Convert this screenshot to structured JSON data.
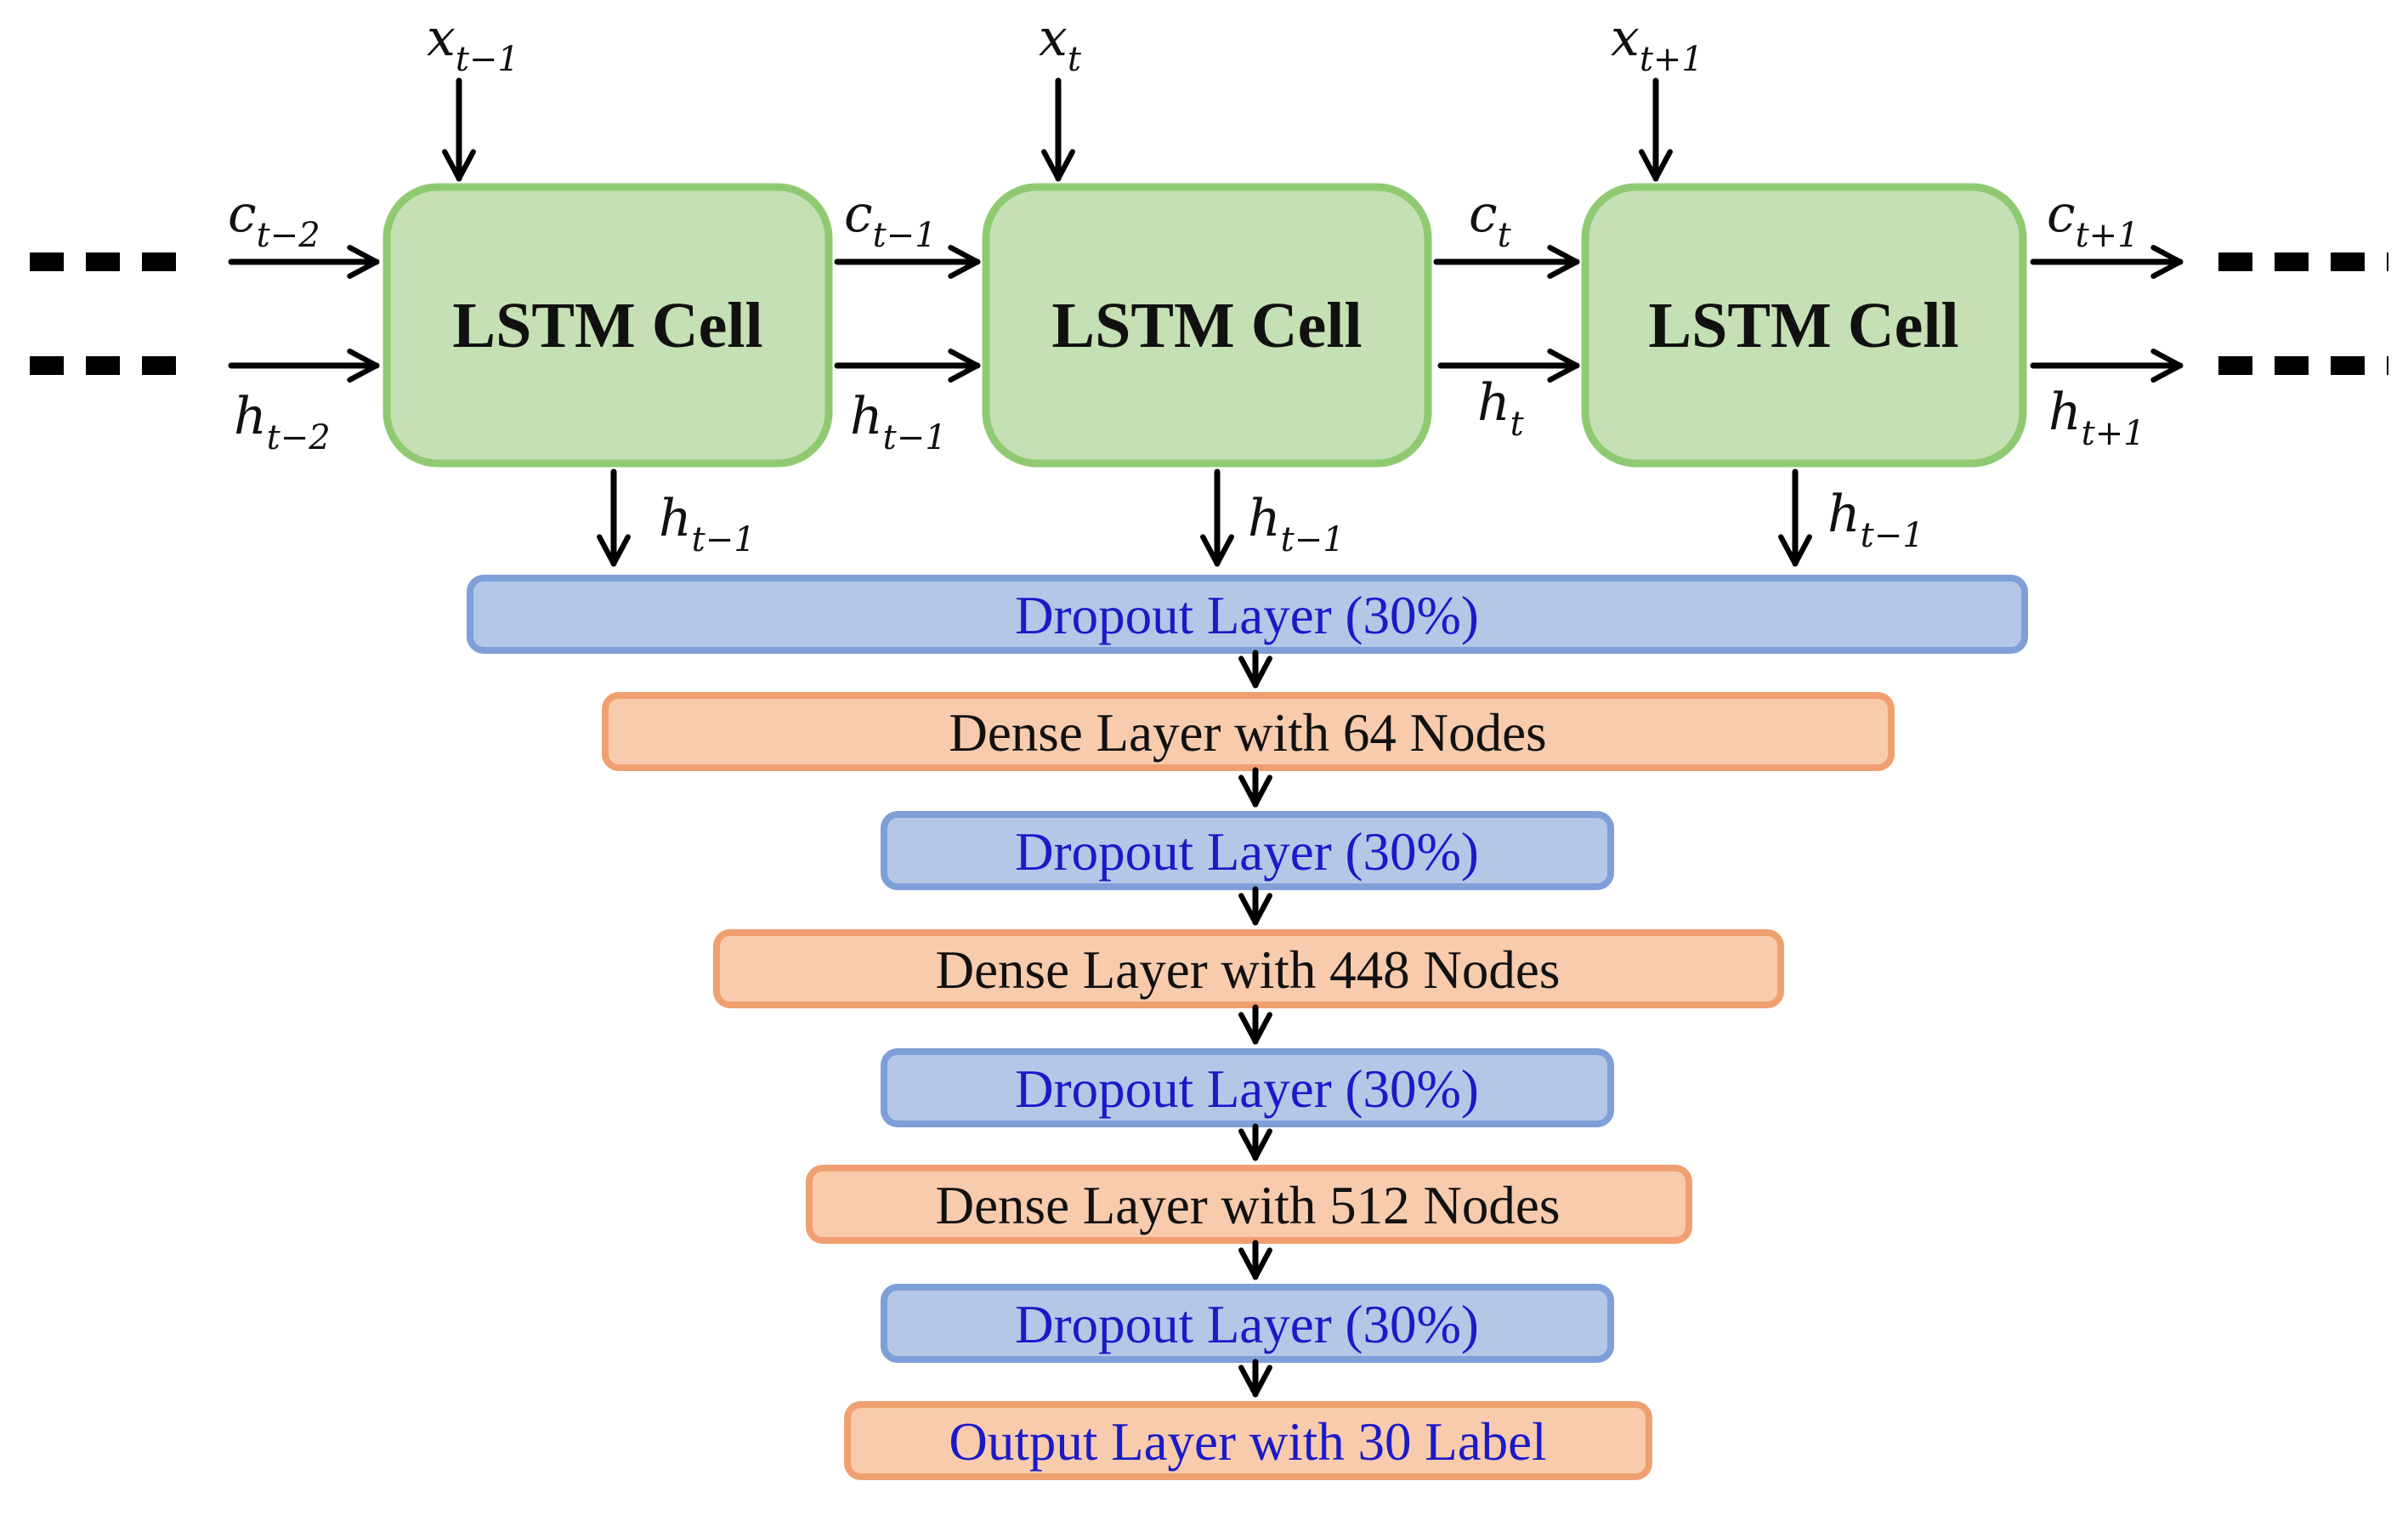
{
  "lstm": {
    "cells": [
      {
        "label": "LSTM Cell"
      },
      {
        "label": "LSTM Cell"
      },
      {
        "label": "LSTM Cell"
      }
    ],
    "inputs": [
      {
        "var": "x",
        "sub": "t−1"
      },
      {
        "var": "x",
        "sub": "t"
      },
      {
        "var": "x",
        "sub": "t+1"
      }
    ],
    "cell_states": [
      {
        "var": "c",
        "sub": "t−2"
      },
      {
        "var": "c",
        "sub": "t−1"
      },
      {
        "var": "c",
        "sub": "t"
      },
      {
        "var": "c",
        "sub": "t+1"
      }
    ],
    "hidden_states": [
      {
        "var": "h",
        "sub": "t−2"
      },
      {
        "var": "h",
        "sub": "t−1"
      },
      {
        "var": "h",
        "sub": "t"
      },
      {
        "var": "h",
        "sub": "t+1"
      }
    ],
    "outputs": [
      {
        "var": "h",
        "sub": "t−1"
      },
      {
        "var": "h",
        "sub": "t−1"
      },
      {
        "var": "h",
        "sub": "t−1"
      }
    ]
  },
  "layers": [
    {
      "kind": "dropout",
      "label": "Dropout Layer (30%)"
    },
    {
      "kind": "dense",
      "label": "Dense Layer with 64 Nodes"
    },
    {
      "kind": "dropout",
      "label": "Dropout Layer (30%)"
    },
    {
      "kind": "dense",
      "label": "Dense Layer with 448 Nodes"
    },
    {
      "kind": "dropout",
      "label": "Dropout Layer (30%)"
    },
    {
      "kind": "dense",
      "label": "Dense Layer with 512 Nodes"
    },
    {
      "kind": "dropout",
      "label": "Dropout Layer (30%)"
    },
    {
      "kind": "output",
      "label": "Output Layer with 30 Label"
    }
  ],
  "colors": {
    "lstm_fill": "#c5e0b4",
    "dropout_fill": "#b4c7e7",
    "dense_fill": "#f8cbad",
    "dropout_text": "#1a1ac8"
  }
}
